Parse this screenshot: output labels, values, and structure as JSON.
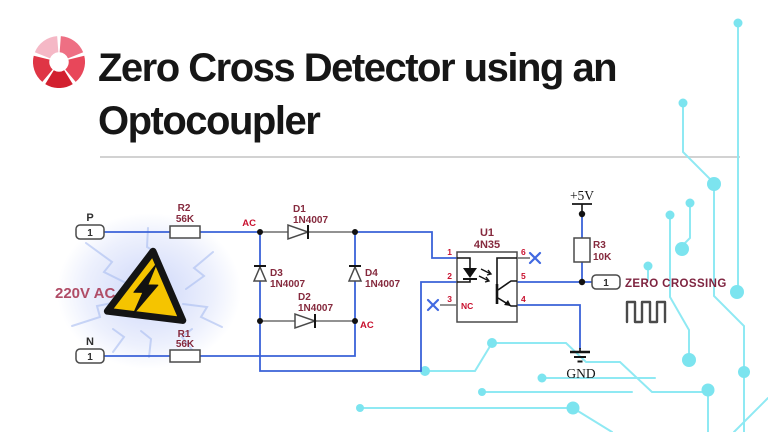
{
  "header": {
    "title_line1": "Zero Cross Detector using an",
    "title_line2": "Optocoupler"
  },
  "logo": {
    "segments": [
      "#EE6F83",
      "#E8475A",
      "#D2202F",
      "#DF3545",
      "#F5B8C6"
    ]
  },
  "colors": {
    "wire_blue": "#3A62D8",
    "trace_cyan": "#8FE9F3",
    "label_maroon": "#85293D",
    "pin_red": "#C8102E",
    "triangle_yellow": "#F5C400",
    "divider_gray": "#D2D2D2"
  },
  "schematic": {
    "voltage_label": "220V AC",
    "terminals": {
      "p_name": "P",
      "p_pin": "1",
      "n_name": "N",
      "n_pin": "1",
      "out_pin": "1"
    },
    "output_label": "ZERO CROSSING",
    "power": {
      "vcc": "+5V",
      "gnd": "GND"
    },
    "net_labels": {
      "ac_top": "AC",
      "ac_bottom": "AC"
    },
    "resistors": [
      {
        "ref": "R2",
        "value": "56K"
      },
      {
        "ref": "R1",
        "value": "56K"
      },
      {
        "ref": "R3",
        "value": "10K"
      }
    ],
    "diodes": [
      {
        "ref": "D1",
        "value": "1N4007"
      },
      {
        "ref": "D2",
        "value": "1N4007"
      },
      {
        "ref": "D3",
        "value": "1N4007"
      },
      {
        "ref": "D4",
        "value": "1N4007"
      }
    ],
    "optocoupler": {
      "ref": "U1",
      "part": "4N35",
      "nc": "NC",
      "pins": [
        "1",
        "2",
        "3",
        "4",
        "5",
        "6"
      ]
    }
  }
}
